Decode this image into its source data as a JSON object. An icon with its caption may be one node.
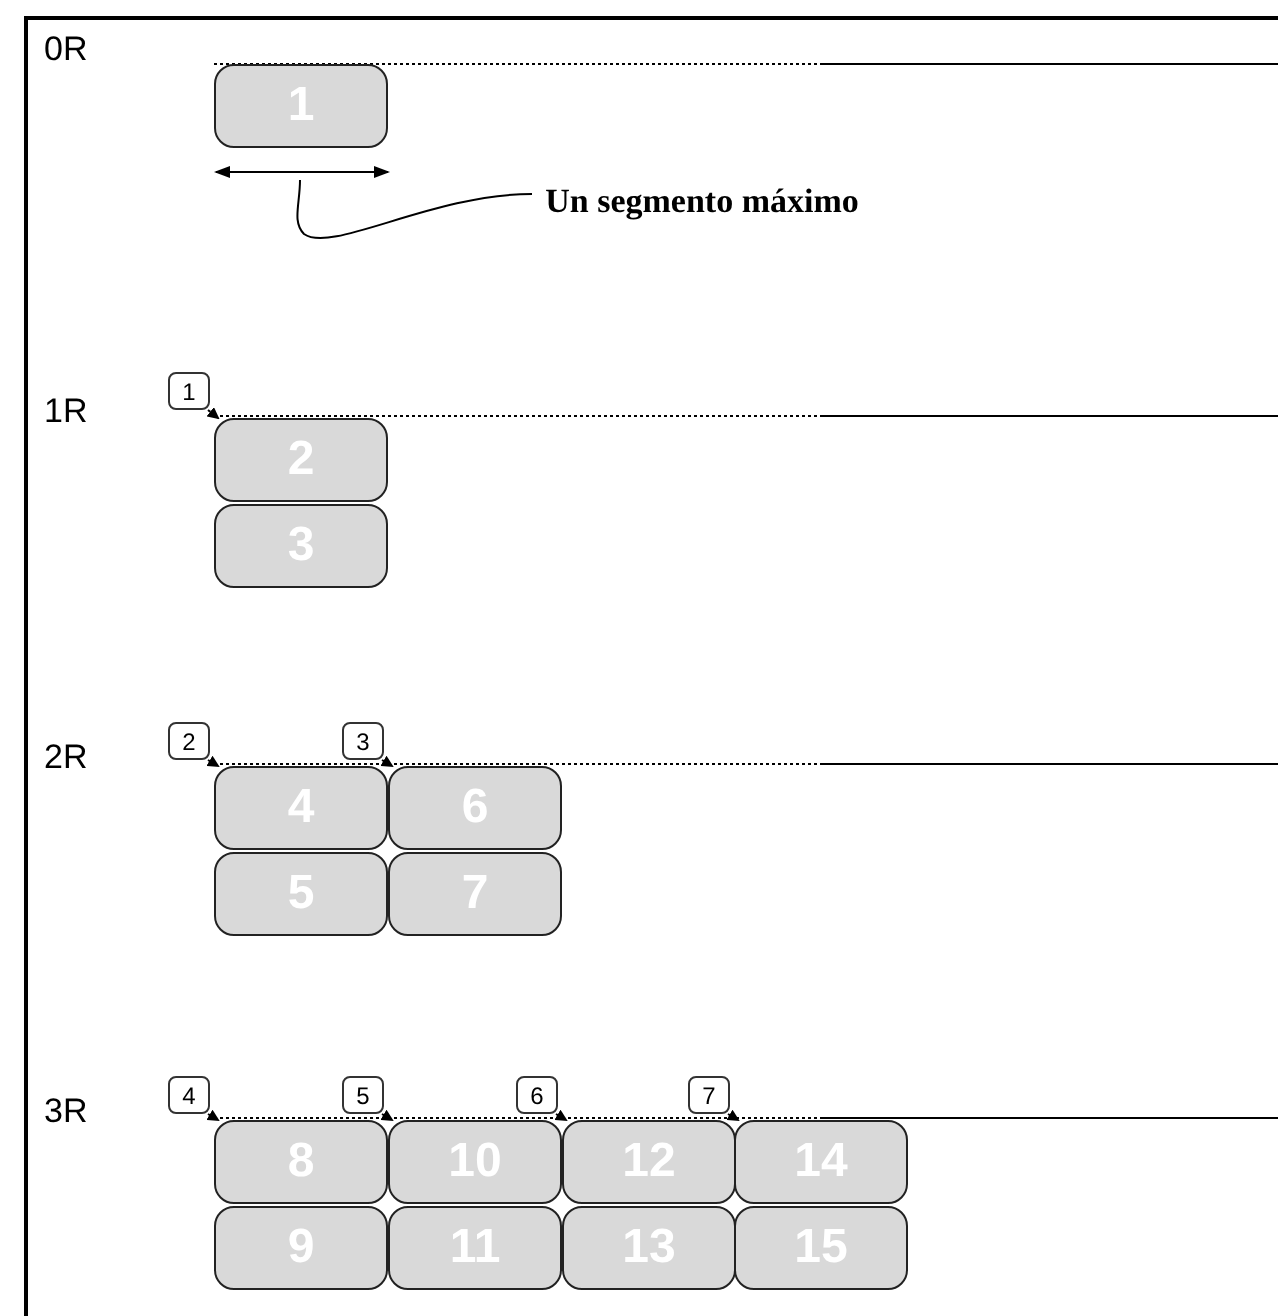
{
  "diagram": {
    "nodes": [
      {
        "text": [
          "1"
        ]
      },
      {
        "text": [
          "Un segmento máximo"
        ]
      },
      {
        "text": [
          "1"
        ]
      },
      {
        "text": [
          "2"
        ]
      },
      {
        "text": [
          "3"
        ]
      },
      {
        "text": [
          "2"
        ]
      },
      {
        "text": [
          "3"
        ]
      },
      {
        "text": [
          "4"
        ]
      },
      {
        "text": [
          "5"
        ]
      },
      {
        "text": [
          "6"
        ]
      },
      {
        "text": [
          "7"
        ]
      },
      {
        "text": [
          "4"
        ]
      },
      {
        "text": [
          "5"
        ]
      },
      {
        "text": [
          "6"
        ]
      },
      {
        "text": [
          "7"
        ]
      },
      {
        "text": [
          "8"
        ]
      },
      {
        "text": [
          "9"
        ]
      },
      {
        "text": [
          "10"
        ]
      },
      {
        "text": [
          "11"
        ]
      },
      {
        "text": [
          "12"
        ]
      },
      {
        "text": [
          "13"
        ]
      },
      {
        "text": [
          "14"
        ]
      },
      {
        "text": [
          "15"
        ]
      }
    ],
    "edges": [
      {
        "from": 1,
        "to": null,
        "arrow": "none"
      },
      {
        "from": 2,
        "to": 3,
        "arrow": "to",
        "style": "dashed"
      },
      {
        "from": 5,
        "to": 7,
        "arrow": "to",
        "style": "dashed"
      },
      {
        "from": 6,
        "to": 9,
        "arrow": "to",
        "style": "dashed"
      },
      {
        "from": 11,
        "to": 15,
        "arrow": "to",
        "style": "dashed"
      },
      {
        "from": 12,
        "to": 17,
        "arrow": "to",
        "style": "dashed"
      },
      {
        "from": 13,
        "to": 19,
        "arrow": "to",
        "style": "dashed"
      },
      {
        "from": 14,
        "to": 21,
        "arrow": "to",
        "style": "dashed"
      }
    ],
    "labels": [
      "0R",
      "1R",
      "2R",
      "3R"
    ]
  }
}
